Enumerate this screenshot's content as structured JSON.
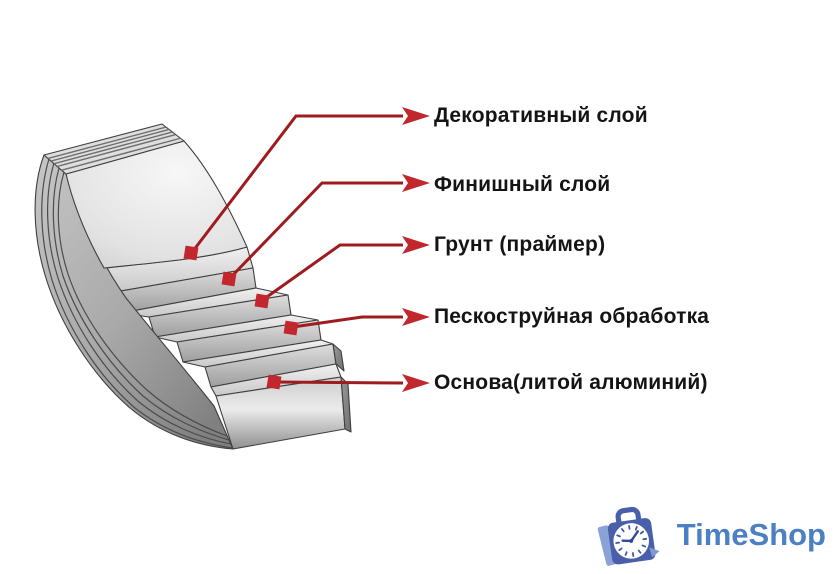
{
  "diagram": {
    "name": "pan-coating-layers",
    "labels": [
      {
        "text": "Декоративный слой"
      },
      {
        "text": "Финишный слой"
      },
      {
        "text": "Грунт (праймер)"
      },
      {
        "text": "Пескоструйная обработка"
      },
      {
        "text": "Основа(литой алюминий)"
      }
    ],
    "colors": {
      "leader_line": "#9e1c20",
      "marker": "#c1272d",
      "label_text": "#141414",
      "metal_light": "#efefef",
      "metal_dark": "#8a8a8a"
    }
  },
  "logo": {
    "text": "TimeShop",
    "text_color": "#4b80c5",
    "icon": "shopping-bag-clock-icon",
    "bag_color": "#4a5fa9",
    "flap_color": "#8aa2d6"
  }
}
